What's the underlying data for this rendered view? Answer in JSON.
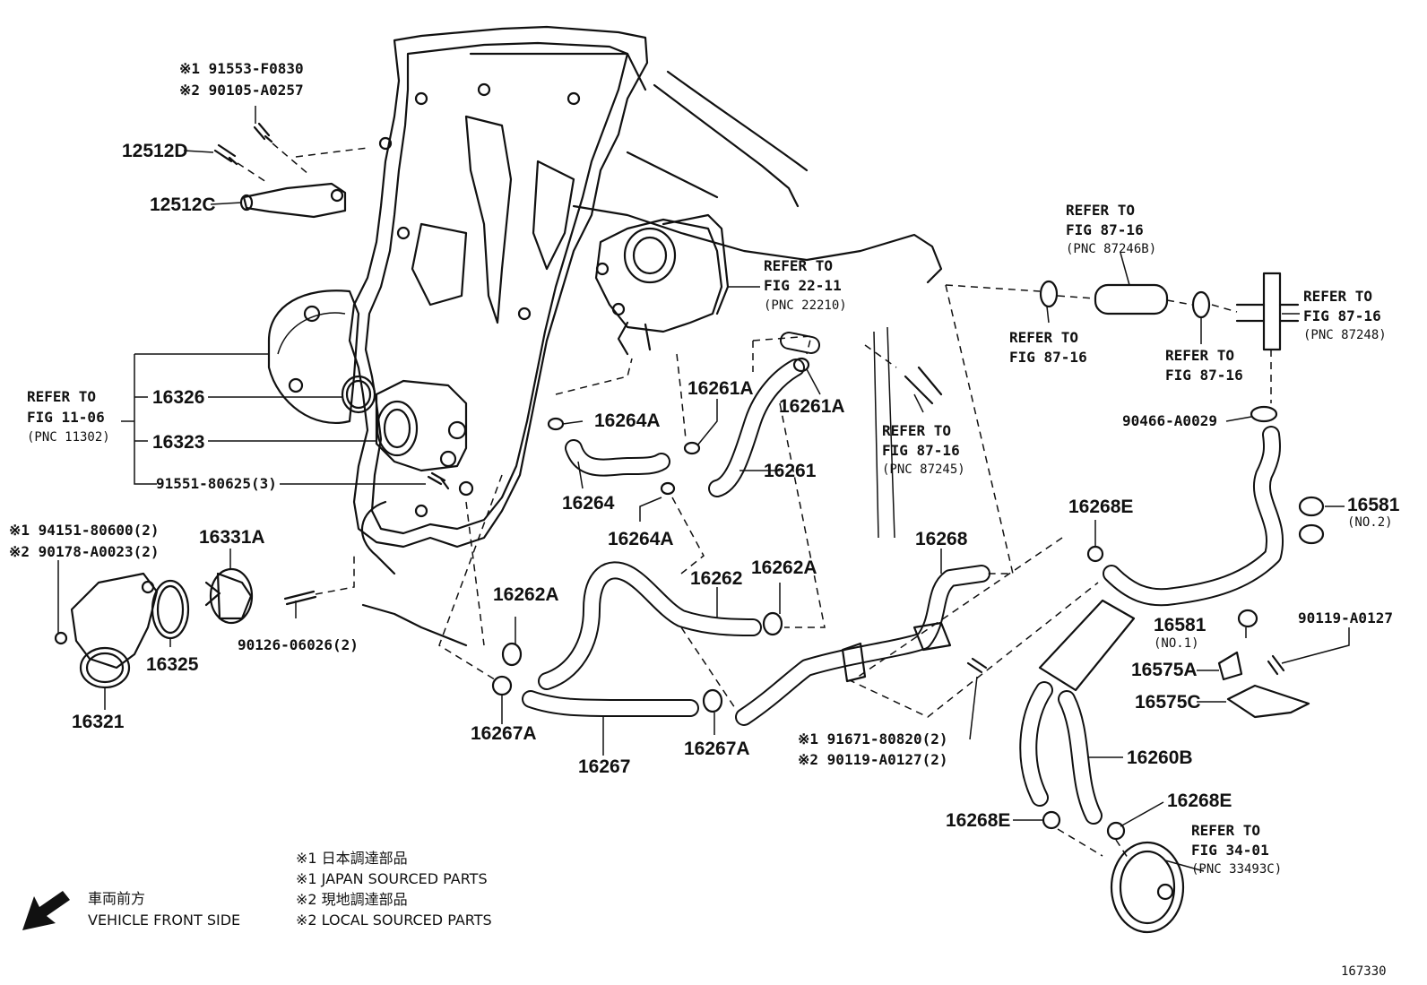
{
  "labels": {
    "p12512d": "12512D",
    "p12512c": "12512C",
    "p16326": "16326",
    "p16323": "16323",
    "p91551": "91551-80625(3)",
    "p16331a": "16331A",
    "p16325": "16325",
    "p16321": "16321",
    "p90126": "90126-06026(2)",
    "p16264a_1": "16264A",
    "p16264": "16264",
    "p16264a_2": "16264A",
    "p16261a_1": "16261A",
    "p16261a_2": "16261A",
    "p16261": "16261",
    "p16262": "16262",
    "p16262a_1": "16262A",
    "p16262a_2": "16262A",
    "p16267a_1": "16267A",
    "p16267": "16267",
    "p16267a_2": "16267A",
    "p16268": "16268",
    "p16268e_1": "16268E",
    "p16581_1": "16581",
    "p16581_1_sub": "(NO.2)",
    "p16581_2": "16581",
    "p16581_2_sub": "(NO.1)",
    "p16575a": "16575A",
    "p16575c": "16575C",
    "p90119": "90119-A0127",
    "p90466": "90466-A0029",
    "p16260b": "16260B",
    "p16268e_2": "16268E",
    "p16268e_3": "16268E",
    "ref_code": "167330"
  },
  "marked": {
    "top_1": "※1 91553-F0830",
    "top_2": "※2 90105-A0257",
    "left_1": "※1 94151-80600(2)",
    "left_2": "※2 90178-A0023(2)",
    "mid_1": "※1 91671-80820(2)",
    "mid_2": "※2 90119-A0127(2)"
  },
  "refs": {
    "r11": {
      "l1": "REFER TO",
      "l2": "FIG 11-06",
      "l3": "(PNC 11302)"
    },
    "r22": {
      "l1": "REFER TO",
      "l2": "FIG 22-11",
      "l3": "(PNC 22210)"
    },
    "r87a": {
      "l1": "REFER TO",
      "l2": "FIG 87-16",
      "l3": "(PNC 87246B)"
    },
    "r87b": {
      "l1": "REFER TO",
      "l2": "FIG 87-16"
    },
    "r87c": {
      "l1": "REFER TO",
      "l2": "FIG 87-16"
    },
    "r87d": {
      "l1": "REFER TO",
      "l2": "FIG 87-16",
      "l3": "(PNC 87248)"
    },
    "r87e": {
      "l1": "REFER TO",
      "l2": "FIG 87-16",
      "l3": "(PNC 87245)"
    },
    "r34": {
      "l1": "REFER TO",
      "l2": "FIG 34-01",
      "l3": "(PNC 33493C)"
    }
  },
  "legend": {
    "jp1": "※1 日本調達部品",
    "en1": "※1 JAPAN SOURCED PARTS",
    "jp2": "※2 現地調達部品",
    "en2": "※2 LOCAL SOURCED PARTS",
    "front_jp": "車両前方",
    "front_en": "VEHICLE FRONT SIDE"
  }
}
